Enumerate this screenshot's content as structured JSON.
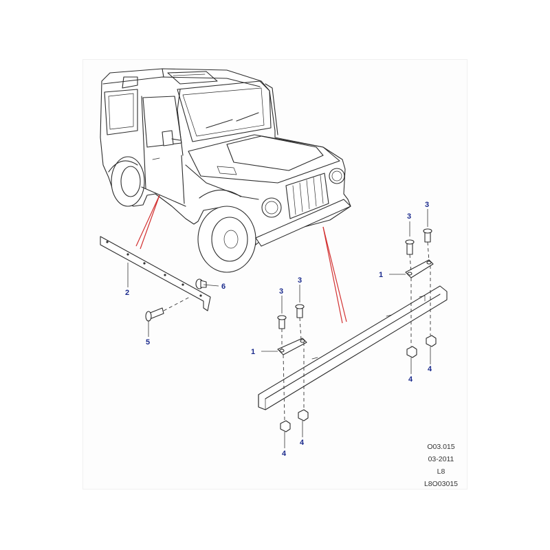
{
  "callouts": {
    "c1a": "1",
    "c1b": "1",
    "c2": "2",
    "c3a": "3",
    "c3b": "3",
    "c3c": "3",
    "c3d": "3",
    "c4a": "4",
    "c4b": "4",
    "c4c": "4",
    "c4d": "4",
    "c5": "5",
    "c6": "6"
  },
  "reference": {
    "code": "O03.015",
    "date": "03-2011",
    "level": "L8",
    "drawing_id": "L8O03015"
  },
  "colors": {
    "line": "#2a2a2a",
    "callout_text": "#1a2a8c",
    "pointer_lines": "#d23030"
  }
}
